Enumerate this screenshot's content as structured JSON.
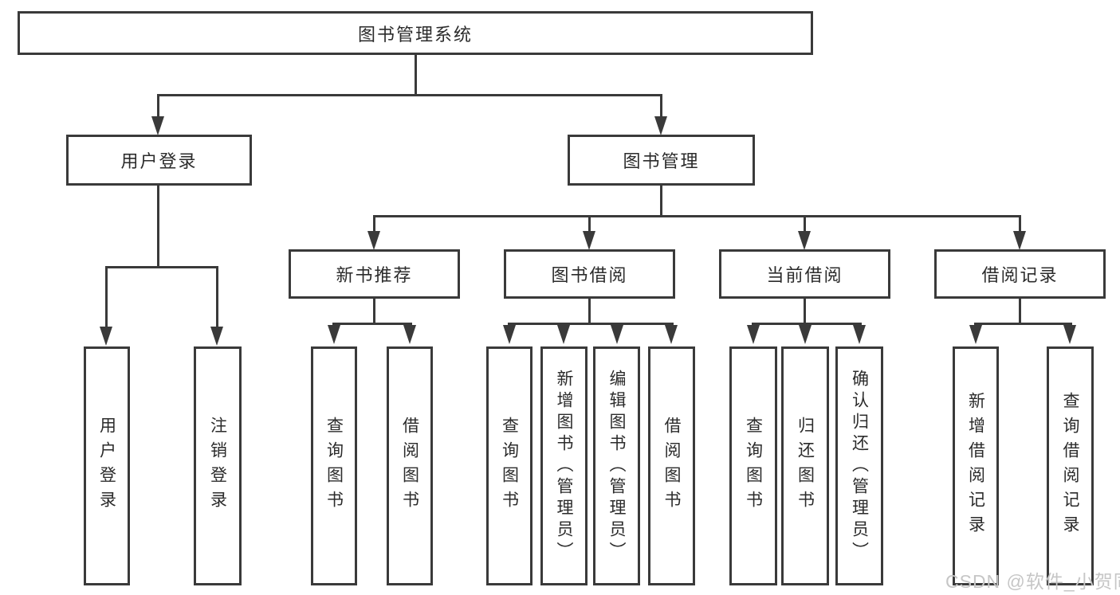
{
  "diagram": {
    "root": {
      "label": "图书管理系统"
    },
    "level2": [
      {
        "label": "用户登录"
      },
      {
        "label": "图书管理"
      }
    ],
    "level3": [
      {
        "label": "新书推荐"
      },
      {
        "label": "图书借阅"
      },
      {
        "label": "当前借阅"
      },
      {
        "label": "借阅记录"
      }
    ],
    "leaves": {
      "user_login": [
        {
          "label": "用户登录"
        },
        {
          "label": "注销登录"
        }
      ],
      "new_book": [
        {
          "label": "查询图书"
        },
        {
          "label": "借阅图书"
        }
      ],
      "book_borrow": [
        {
          "label": "查询图书"
        },
        {
          "label": "新增图书（管理员）"
        },
        {
          "label": "编辑图书（管理员）"
        },
        {
          "label": "借阅图书"
        }
      ],
      "current_borrow": [
        {
          "label": "查询图书"
        },
        {
          "label": "归还图书"
        },
        {
          "label": "确认归还（管理员）"
        }
      ],
      "borrow_records": [
        {
          "label": "新增借阅记录"
        },
        {
          "label": "查询借阅记录"
        }
      ]
    },
    "colors": {
      "line": "#3a3a3a",
      "text": "#2b2b2b",
      "watermark": "#c6c6c6",
      "background": "#ffffff"
    },
    "watermark": "CSDN @软件_小贺同学"
  }
}
